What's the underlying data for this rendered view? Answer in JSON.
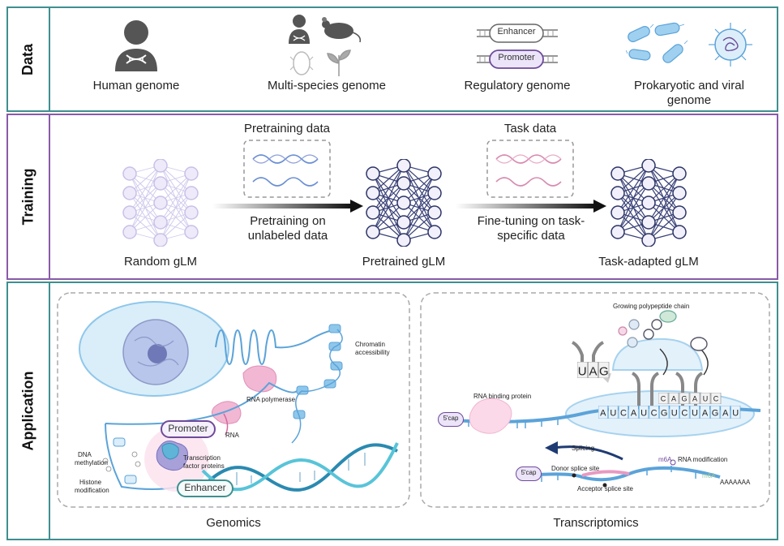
{
  "rows": {
    "data": "Data",
    "training": "Training",
    "application": "Application"
  },
  "data_section": {
    "human": "Human genome",
    "multi": "Multi-species genome",
    "regulatory": "Regulatory genome",
    "prokaryotic_line1": "Prokaryotic and viral",
    "prokaryotic_line2": "genome",
    "enhancer": "Enhancer",
    "promoter": "Promoter"
  },
  "training_section": {
    "pretraining_data": "Pretraining data",
    "task_data": "Task data",
    "arrow1_line1": "Pretraining on",
    "arrow1_line2": "unlabeled data",
    "arrow2_line1": "Fine-tuning on task-",
    "arrow2_line2": "specific data",
    "random": "Random gLM",
    "pretrained": "Pretrained gLM",
    "adapted": "Task-adapted gLM"
  },
  "application_section": {
    "genomics": "Genomics",
    "transcriptomics": "Transcriptomics",
    "genomics_labels": {
      "chromatin1": "Chromatin",
      "chromatin2": "accessibility",
      "rna_polymerase": "RNA polymerase",
      "rna": "RNA",
      "promoter": "Promoter",
      "enhancer": "Enhancer",
      "tf1": "Transcription",
      "tf2": "factor proteins",
      "dna_meth1": "DNA",
      "dna_meth2": "methylation",
      "histone1": "Histone",
      "histone2": "modification"
    },
    "transcriptomics_labels": {
      "polypeptide": "Growing polypeptide chain",
      "rbp": "RNA binding protein",
      "cap1": "5'cap",
      "cap2": "5'cap",
      "splicing": "Splicing",
      "rna_mod": "RNA modification",
      "donor": "Donor splice site",
      "acceptor": "Acceptor splice site",
      "m6a1": "m6A",
      "m6a2": "m6A",
      "polya": "AAAAAAA",
      "codons": "AUCAUCGUCUAGAU",
      "anticodon_top": "CAGAUC",
      "uag": "UAG"
    }
  },
  "colors": {
    "teal": "#3f8f8f",
    "purple": "#8a5aa8",
    "light_purple": "#c9c0e8",
    "dark_navy": "#2c3466",
    "dna_blue": "#5ba3d9",
    "pink": "#e79ac2"
  }
}
